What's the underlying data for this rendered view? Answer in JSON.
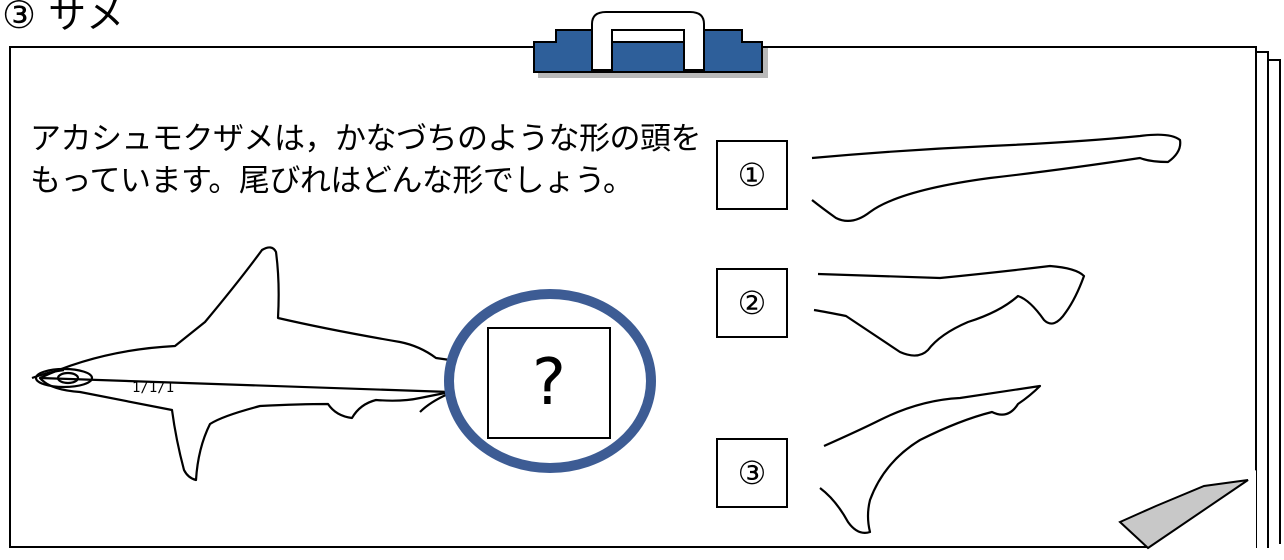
{
  "heading": "③ サメ",
  "question": {
    "line1": "アカシュモクザメは，かなづちのような形の頭を",
    "line2": "もっています。尾びれはどんな形でしょう。"
  },
  "mystery": {
    "label": "?"
  },
  "choices": [
    {
      "label": "①"
    },
    {
      "label": "②"
    },
    {
      "label": "③"
    }
  ],
  "shark_marking": "1/1/1",
  "colors": {
    "clip_blue": "#2e5f9a",
    "circle_blue": "#3d5c94",
    "page_fold": "#c8c8c8"
  },
  "icons": [
    "binder-clip-icon",
    "page-curl-icon",
    "shark-illustration",
    "tail-fin-illustration"
  ]
}
